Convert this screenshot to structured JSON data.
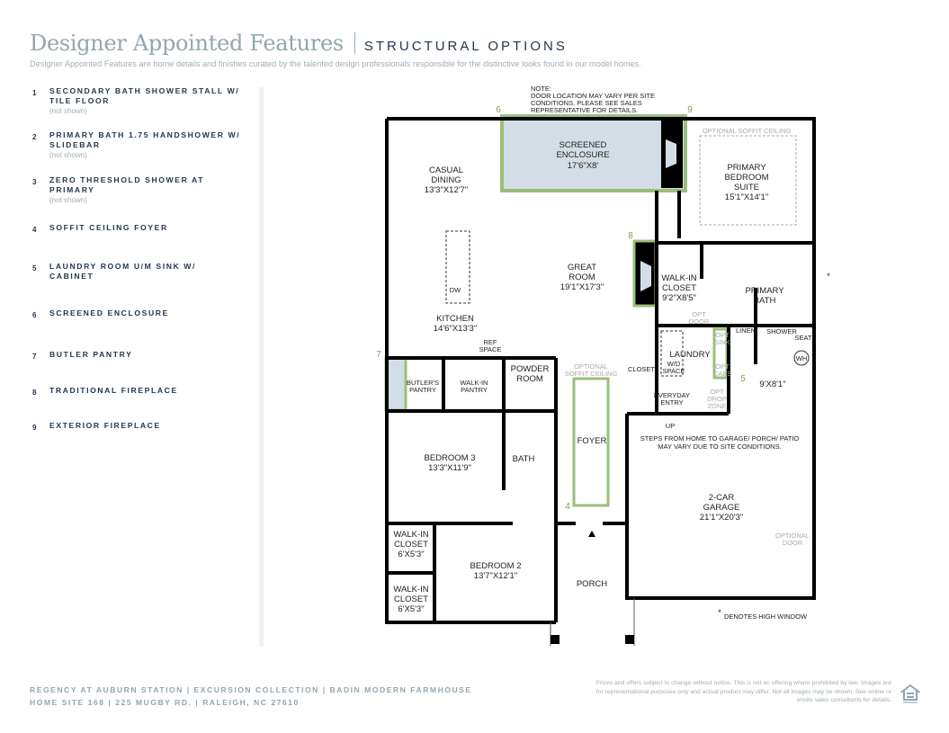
{
  "header": {
    "title": "Designer Appointed Features",
    "subtitle": "STRUCTURAL OPTIONS",
    "description": "Designer Appointed Features are home details and finishes curated by the talented design professionals responsible for the distinctive looks found in our model homes."
  },
  "features": [
    {
      "num": "1",
      "label": "SECONDARY BATH SHOWER STALL W/ TILE FLOOR",
      "note": "(not shown)"
    },
    {
      "num": "2",
      "label": "PRIMARY BATH 1.75 HANDSHOWER W/ SLIDEBAR",
      "note": "(not shown)"
    },
    {
      "num": "3",
      "label": "ZERO THRESHOLD SHOWER AT PRIMARY",
      "note": "(not shown)"
    },
    {
      "num": "4",
      "label": "SOFFIT CEILING FOYER"
    },
    {
      "num": "5",
      "label": "LAUNDRY ROOM U/M SINK W/ CABINET"
    },
    {
      "num": "6",
      "label": "SCREENED ENCLOSURE"
    },
    {
      "num": "7",
      "label": "BUTLER PANTRY"
    },
    {
      "num": "8",
      "label": "TRADITIONAL FIREPLACE"
    },
    {
      "num": "9",
      "label": "EXTERIOR FIREPLACE"
    }
  ],
  "plan": {
    "note": [
      "NOTE:",
      "DOOR LOCATION MAY VARY PER SITE",
      "CONDITIONS. PLEASE SEE SALES",
      "REPRESENTATIVE FOR DETAILS."
    ],
    "rooms": {
      "screened": [
        "SCREENED",
        "ENCLOSURE",
        "17'6\"X8'"
      ],
      "dining": [
        "CASUAL",
        "DINING",
        "13'3\"X12'7\""
      ],
      "primary_suite": [
        "PRIMARY",
        "BEDROOM",
        "SUITE",
        "15'1\"X14'1\""
      ],
      "great": [
        "GREAT",
        "ROOM",
        "19'1\"X17'3\""
      ],
      "walkin": [
        "WALK-IN",
        "CLOSET",
        "9'2\"X8'5\""
      ],
      "primary_bath": [
        "PRIMARY",
        "BATH"
      ],
      "kitchen": [
        "KITCHEN",
        "14'6\"X13'3\""
      ],
      "laundry": "LAUNDRY",
      "butler": [
        "BUTLER'S",
        "PANTRY"
      ],
      "walkin_pantry": [
        "WALK-IN",
        "PANTRY"
      ],
      "powder": [
        "POWDER",
        "ROOM"
      ],
      "closet": "CLOSET",
      "everyday": [
        "EVERYDAY",
        "ENTRY"
      ],
      "foyer": "FOYER",
      "bath": "BATH",
      "bedroom3": [
        "BEDROOM 3",
        "13'3\"X11'9\""
      ],
      "garage": [
        "2-CAR",
        "GARAGE",
        "21'1\"X20'3\""
      ],
      "bedroom2": [
        "BEDROOM 2",
        "13'7\"X12'1\""
      ],
      "wic1": [
        "WALK-IN",
        "CLOSET",
        "6'X5'3\""
      ],
      "wic2": [
        "WALK-IN",
        "CLOSET",
        "6'X5'3\""
      ],
      "porch": "PORCH",
      "storage": "9'X8'1\""
    },
    "small": {
      "soffit1": "OPTIONAL SOFFIT CEILING",
      "soffit2": [
        "OPTIONAL",
        "SOFFIT CEILING"
      ],
      "opt_door": [
        "OPT",
        "DOOR"
      ],
      "linen": "LINEN",
      "shower": "SHOWER",
      "seat": "SEAT",
      "dw": "DW",
      "ref": [
        "REF",
        "SPACE"
      ],
      "wd": [
        "W/D",
        "SPACE"
      ],
      "opt_sink": [
        "OPT",
        "SINK"
      ],
      "opt_cabs": [
        "OPT",
        "CABS"
      ],
      "drop": [
        "OPT",
        "DROP",
        "ZONE"
      ],
      "up": "UP",
      "wh": "WH",
      "steps": [
        "STEPS FROM HOME TO GARAGE/ PORCH/ PATIO",
        "MAY VARY DUE TO SITE CONDITIONS."
      ],
      "opt_gdoor": [
        "OPTIONAL",
        "DOOR"
      ],
      "high_window": "DENOTES HIGH WINDOW",
      "asterisk": "*"
    }
  },
  "footer": {
    "line1": "REGENCY AT AUBURN STATION |  EXCURSION COLLECTION | BADIN MODERN FARMHOUSE",
    "line2": "HOME SITE 168  |  225 MUGBY RD. |  RALEIGH, NC 27610",
    "disclaimer": "Prices and offers subject to change without notice. This is not an offering where prohibited by law. Images are for representational purposes only and actual product may differ. Not all images may be shown. See online or onsite sales consultants for details."
  },
  "colors": {
    "accent": "#93a6ad",
    "navy": "#1f3550",
    "highlight": "#9bbf7a",
    "fill": "#d3dde6"
  }
}
